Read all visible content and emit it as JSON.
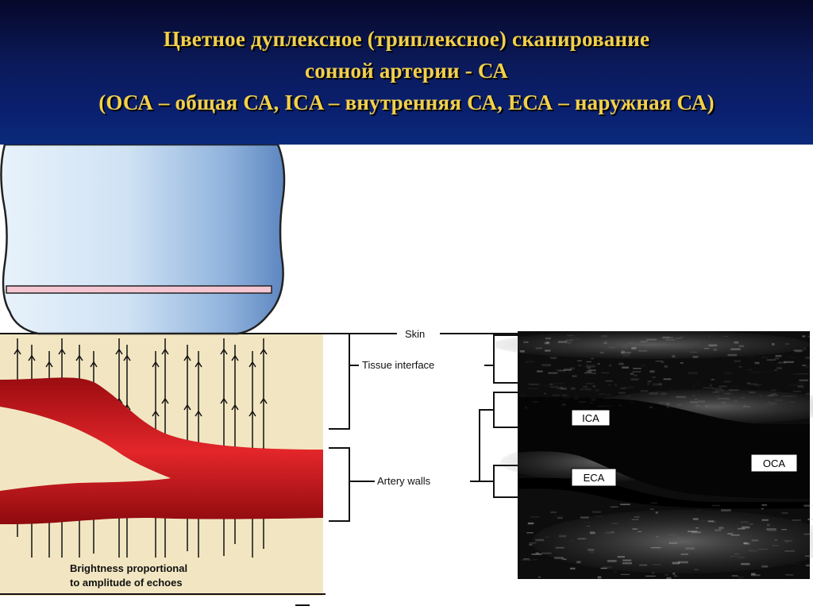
{
  "title": {
    "line1": "Цветное дуплексное (триплексное) сканирование",
    "line2": "сонной артерии - СА",
    "line3": "(ОСА – общая СА, ICA – внутренняя СА, ЕСА – наружная СА)"
  },
  "diagram": {
    "labels": {
      "skin": "Skin",
      "tissue_interface": "Tissue interface",
      "artery_walls": "Artery walls",
      "brightness_line1": "Brightness proportional",
      "brightness_line2": "to amplitude of echoes"
    },
    "ultrasound_labels": {
      "ica": "ICA",
      "eca": "ECA",
      "oca": "OCA"
    }
  },
  "colors": {
    "title_text": "#f2d04a",
    "header_bg": "#0a1f6e",
    "tissue": "#f2e6c2",
    "artery": "#c8141a"
  }
}
